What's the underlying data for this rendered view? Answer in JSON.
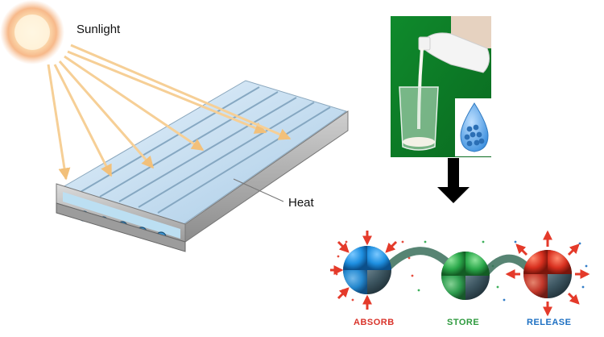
{
  "labels": {
    "sunlight": "Sunlight",
    "heat": "Heat"
  },
  "stages": [
    {
      "name": "ABSORB",
      "color": "#d9342b",
      "core": "#1e8fe0"
    },
    {
      "name": "STORE",
      "color": "#2e9a3e",
      "core": "#2aa84a"
    },
    {
      "name": "RELEASE",
      "color": "#1c6fc2",
      "core": "#d8301f"
    }
  ],
  "colors": {
    "ray": "#f6cf96",
    "photo_bg": "#0f8a2c",
    "drop": "#3a8ede"
  },
  "icons": [
    "sun-icon",
    "milk-bottle-icon",
    "beaker-icon",
    "water-drop-icon",
    "down-arrow-icon"
  ]
}
